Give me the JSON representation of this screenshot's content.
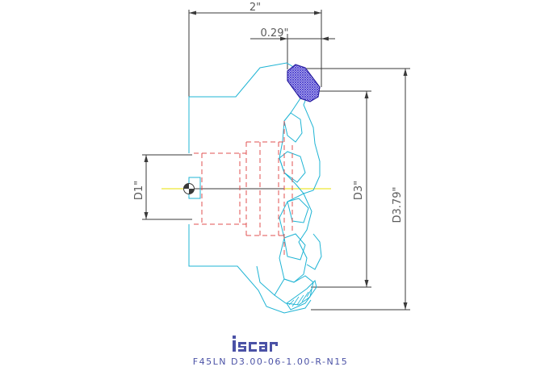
{
  "dimensions": {
    "overall_width": "2\"",
    "insert_offset": "0.29\"",
    "bore_diameter": "D1\"",
    "cut_diameter": "D3\"",
    "max_diameter": "D3.79\""
  },
  "logo_text": "iscar",
  "caption": "F45LN  D3.00-06-1.00-R-N15",
  "colors": {
    "dimension_line": "#3a3a3a",
    "cutter_outline": "#1fb4d4",
    "hidden_lines": "#e05050",
    "insert_fill": "#4b3fd0",
    "logo": "#4b52a6"
  }
}
